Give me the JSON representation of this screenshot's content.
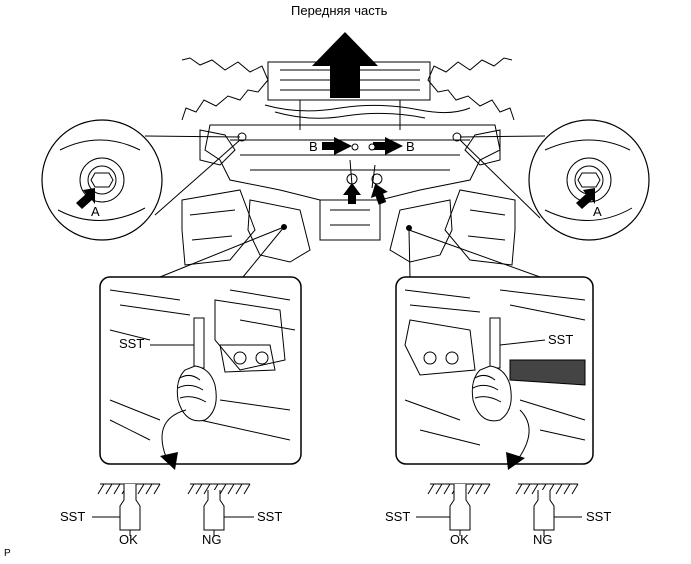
{
  "title": "Передняя часть",
  "labels": {
    "a_left": "A",
    "a_right": "A",
    "b_left": "B",
    "b_right": "B",
    "sst_inset_left": "SST",
    "sst_inset_right": "SST",
    "sst_gauge_1": "SST",
    "sst_gauge_2": "SST",
    "sst_gauge_3": "SST",
    "sst_gauge_4": "SST",
    "ok_left": "OK",
    "ng_left": "NG",
    "ok_right": "OK",
    "ng_right": "NG",
    "page_mark": "P"
  },
  "icons": {
    "forward_arrow": "up-arrow-icon",
    "pointer_arrow": "pointer-arrow-icon",
    "rotation_arrow": "curved-arrow-icon"
  },
  "colors": {
    "line": "#000000",
    "background": "#ffffff"
  }
}
